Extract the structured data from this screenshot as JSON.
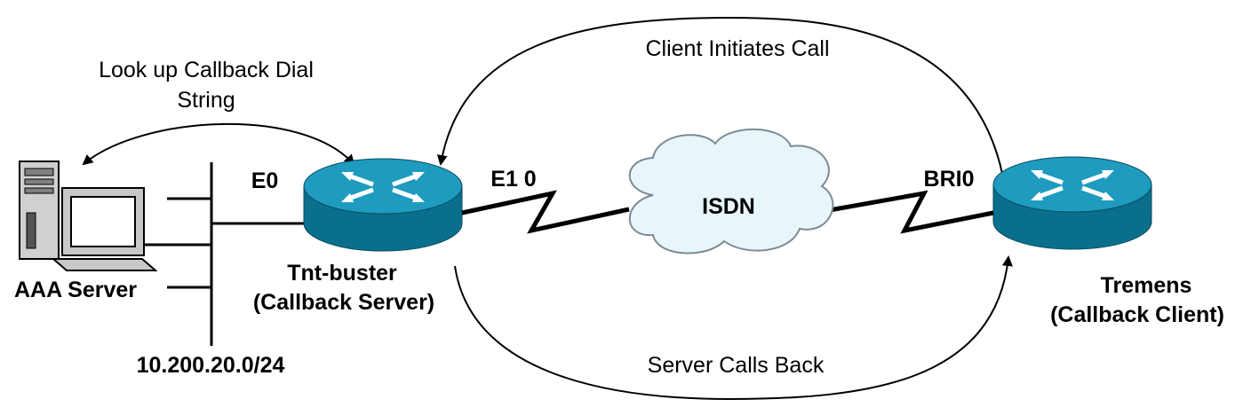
{
  "labels": {
    "lookup_line1": "Look up Callback Dial",
    "lookup_line2": "String",
    "client_initiates": "Client Initiates Call",
    "server_calls_back": "Server Calls Back",
    "aaa_server": "AAA Server",
    "subnet": "10.200.20.0/24",
    "e0": "E0",
    "e1_0": "E1 0",
    "isdn": "ISDN",
    "bri0": "BRI0",
    "server_name": "Tnt-buster",
    "server_role": "(Callback Server)",
    "client_name": "Tremens",
    "client_role": "(Callback Client)"
  },
  "colors": {
    "router_top": "#0f8fb0",
    "router_side": "#0a6f8c",
    "cloud_fill": "#e8f6fb",
    "cloud_stroke": "#7c8c96",
    "line": "#000000",
    "computer_body": "#d0d0d0"
  },
  "icons": [
    "computer-icon",
    "router-icon",
    "cloud-icon",
    "serial-link-icon"
  ]
}
